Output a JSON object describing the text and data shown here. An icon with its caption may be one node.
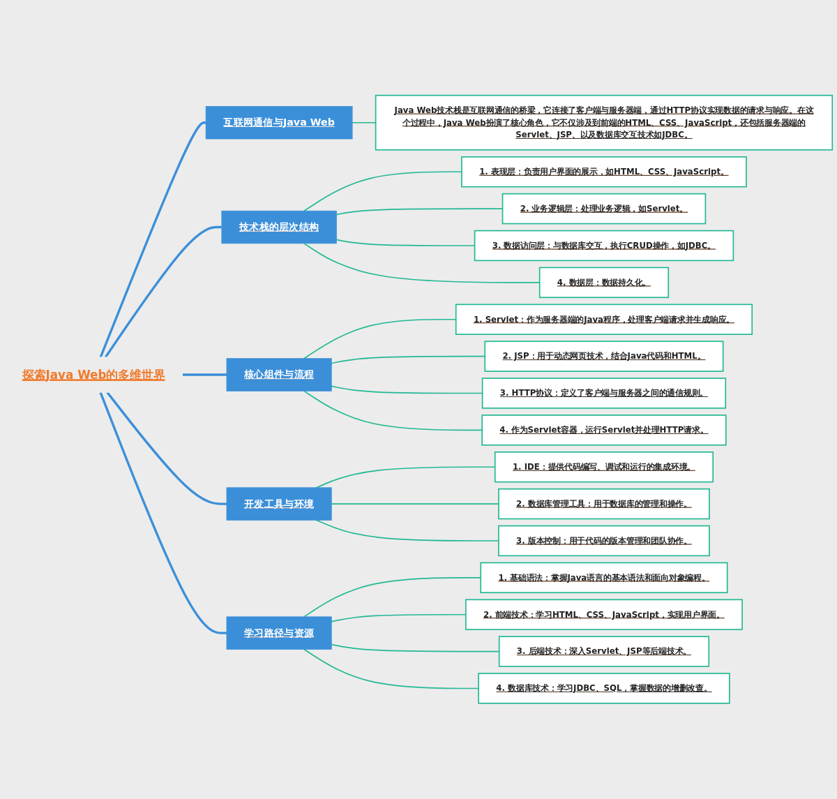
{
  "diagram": {
    "nodes": [
      {
        "text": [
          "探索Java Web的多维世界"
        ]
      },
      {
        "text": [
          "互联网通信与Java Web"
        ]
      },
      {
        "text": [
          "Java Web技术栈是互联网通信的桥梁，它连接了客户端与服务器端，通过HTTP协议实现数据的请求与响应。在这个过程中，Java Web扮演了核心角色，它不仅涉及到前端的HTML、CSS、JavaScript，还包括服务器端的Servlet、JSP、以及数据库交互技术如JDBC。"
        ]
      },
      {
        "text": [
          "技术栈的层次结构"
        ]
      },
      {
        "text": [
          "1. 表现层：负责用户界面的展示，如HTML、CSS、JavaScript。"
        ]
      },
      {
        "text": [
          "2. 业务逻辑层：处理业务逻辑，如Servlet。"
        ]
      },
      {
        "text": [
          "3. 数据访问层：与数据库交互，执行CRUD操作，如JDBC。"
        ]
      },
      {
        "text": [
          "4. 数据层：数据持久化。"
        ]
      },
      {
        "text": [
          "核心组件与流程"
        ]
      },
      {
        "text": [
          "1. Servlet：作为服务器端的Java程序，处理客户端请求并生成响应。"
        ]
      },
      {
        "text": [
          "2. JSP：用于动态网页技术，结合Java代码和HTML。"
        ]
      },
      {
        "text": [
          "3. HTTP协议：定义了客户端与服务器之间的通信规则。"
        ]
      },
      {
        "text": [
          "4. 作为Servlet容器，运行Servlet并处理HTTP请求。"
        ]
      },
      {
        "text": [
          "开发工具与环境"
        ]
      },
      {
        "text": [
          "1. IDE：提供代码编写、调试和运行的集成环境。"
        ]
      },
      {
        "text": [
          "2. 数据库管理工具：用于数据库的管理和操作。"
        ]
      },
      {
        "text": [
          "3. 版本控制：用于代码的版本管理和团队协作。"
        ]
      },
      {
        "text": [
          "学习路径与资源"
        ]
      },
      {
        "text": [
          "1. 基础语法：掌握Java语言的基本语法和面向对象编程。"
        ]
      },
      {
        "text": [
          "2. 前端技术：学习HTML、CSS、JavaScript，实现用户界面。"
        ]
      },
      {
        "text": [
          "3. 后端技术：深入Servlet、JSP等后端技术。"
        ]
      },
      {
        "text": [
          "4. 数据库技术：学习JDBC、SQL，掌握数据的增删改查。"
        ]
      }
    ],
    "edges": [
      {
        "from": 0,
        "to": 1,
        "arrow": "none",
        "color": "#3b8fd9"
      },
      {
        "from": 1,
        "to": 2,
        "arrow": "none"
      },
      {
        "from": 0,
        "to": 3,
        "arrow": "none",
        "color": "#3b8fd9"
      },
      {
        "from": 3,
        "to": 4,
        "arrow": "none"
      },
      {
        "from": 3,
        "to": 5,
        "arrow": "none"
      },
      {
        "from": 3,
        "to": 6,
        "arrow": "none"
      },
      {
        "from": 3,
        "to": 7,
        "arrow": "none"
      },
      {
        "from": 0,
        "to": 8,
        "arrow": "none",
        "color": "#3b8fd9"
      },
      {
        "from": 8,
        "to": 9,
        "arrow": "none"
      },
      {
        "from": 8,
        "to": 10,
        "arrow": "none"
      },
      {
        "from": 8,
        "to": 11,
        "arrow": "none"
      },
      {
        "from": 8,
        "to": 12,
        "arrow": "none"
      },
      {
        "from": 0,
        "to": 13,
        "arrow": "none",
        "color": "#3b8fd9"
      },
      {
        "from": 13,
        "to": 14,
        "arrow": "none"
      },
      {
        "from": 13,
        "to": 15,
        "arrow": "none"
      },
      {
        "from": 13,
        "to": 16,
        "arrow": "none"
      },
      {
        "from": 0,
        "to": 17,
        "arrow": "none",
        "color": "#3b8fd9"
      },
      {
        "from": 17,
        "to": 18,
        "arrow": "none"
      },
      {
        "from": 17,
        "to": 19,
        "arrow": "none"
      },
      {
        "from": 17,
        "to": 20,
        "arrow": "none"
      },
      {
        "from": 17,
        "to": 21,
        "arrow": "none"
      }
    ]
  }
}
